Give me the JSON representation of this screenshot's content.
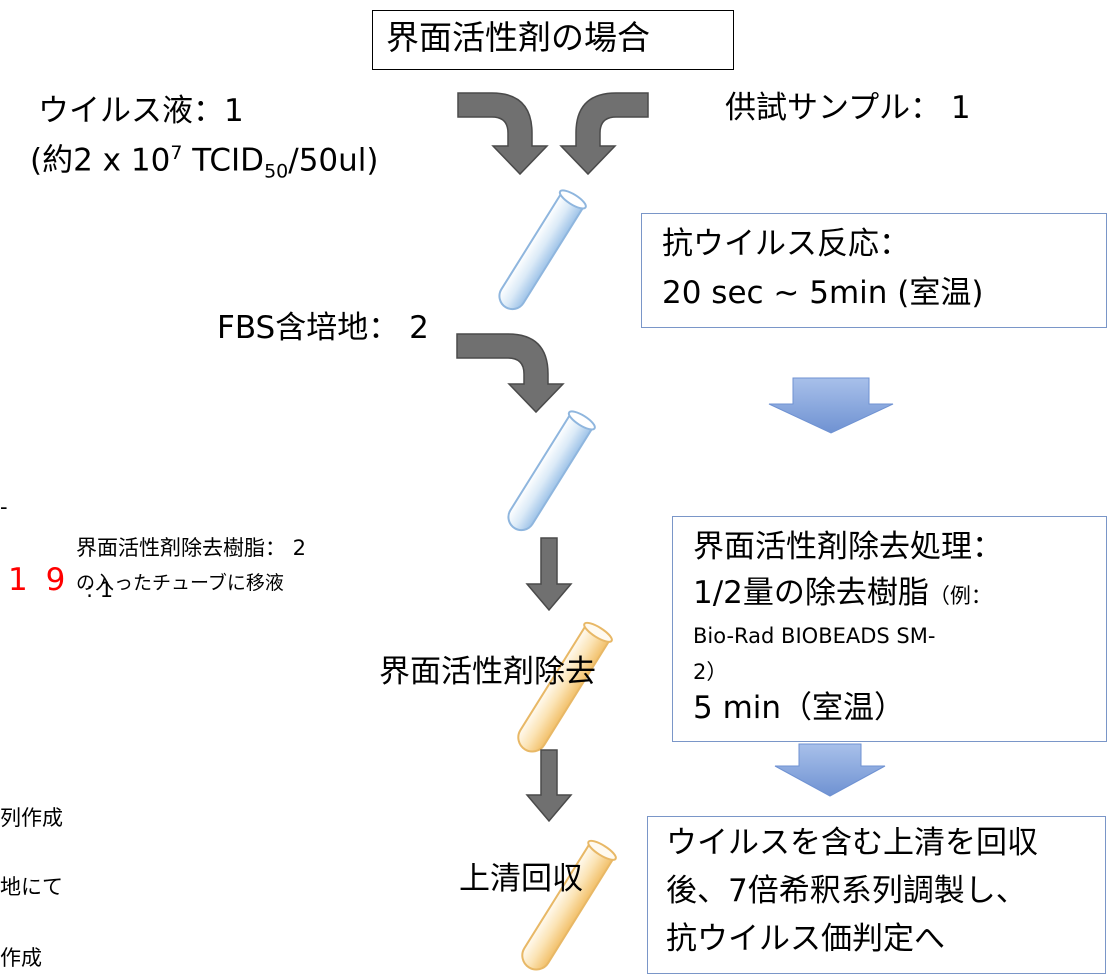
{
  "title": "界面活性剤の場合",
  "virus": {
    "line1": "ウイルス液：1",
    "line2_prefix": "(約2 x 10",
    "line2_exp": "7",
    "line2_mid": " TCID",
    "line2_sub": "50",
    "line2_suffix": "/50ul)"
  },
  "sample_label": "供試サンプル： 1",
  "reaction": {
    "line1": "抗ウイルス反応：",
    "line2": "20 sec ~ 5min (室温)"
  },
  "fbs_label": "FBS含培地： 2",
  "resin_note": {
    "line1": "界面活性剤除去樹脂： 2",
    "line2": "の入ったチューブに移液"
  },
  "red_digits": "1 9",
  "red_overlap": ": 1",
  "left_edge_mark": "-",
  "removal_stage": "界面活性剤除去",
  "removal_box": {
    "line1": "界面活性剤除去処理：",
    "line2_main": "1/2量の除去樹脂",
    "line2_paren": "（例：",
    "line3": "Bio-Rad BIOBEADS SM-",
    "line4": "2）",
    "line5": "5 min（室温）"
  },
  "left_cut_1": "列作成",
  "left_cut_2": "地にて",
  "left_cut_3": "作成",
  "supernatant_stage": "上清回収",
  "final_box": {
    "line1": "ウイルスを含む上清を回収",
    "line2": "後、7倍希釈系列調製し、",
    "line3": "抗ウイルス価判定へ"
  },
  "colors": {
    "gray_arrow": "#707070",
    "blue_arrow": "#7f9fd8",
    "box_border": "#7a96c8",
    "tube_blue": "#9ec3e8",
    "tube_orange": "#f5c97a",
    "red_text": "#ff0000"
  }
}
